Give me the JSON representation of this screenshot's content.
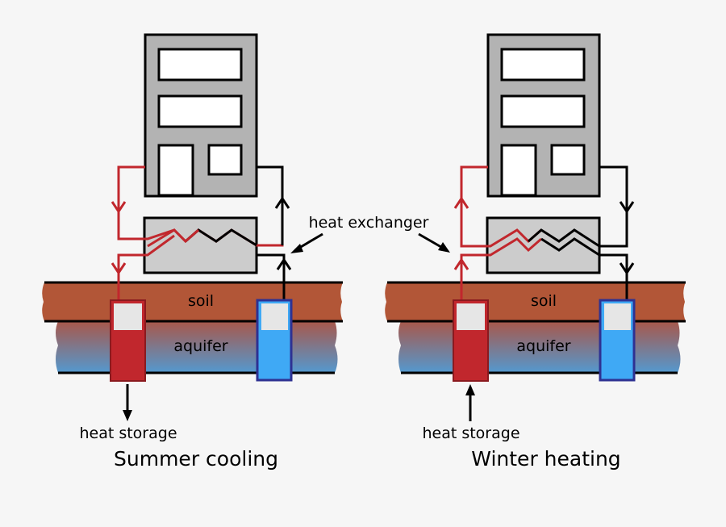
{
  "labels": {
    "soil": "soil",
    "aquifer": "aquifer",
    "heat_exchanger": "heat exchanger",
    "heat_storage": "heat storage"
  },
  "panels": [
    {
      "id": "summer",
      "caption": "Summer cooling",
      "mode": "cooling"
    },
    {
      "id": "winter",
      "caption": "Winter heating",
      "mode": "heating"
    }
  ],
  "colors": {
    "background": "#f6f6f6",
    "building": "#b3b3b3",
    "exchanger": "#cccccc",
    "soil": "#b25637",
    "aquifer_top": "#a8574a",
    "aquifer_bottom": "#5499cf",
    "warm_pipe": "#c1272d",
    "cold_pipe": "#000000",
    "warm_well": "#c1272d",
    "cold_well": "#3fa9f5",
    "cold_well_border": "#2e3192",
    "well_cap": "#e6e6e6"
  }
}
